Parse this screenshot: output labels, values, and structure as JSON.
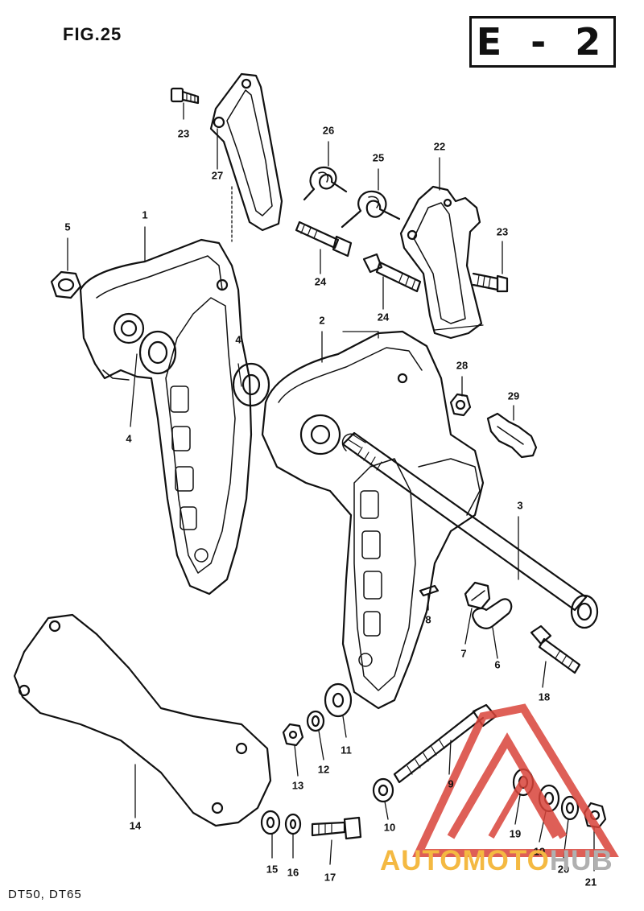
{
  "figure": {
    "title": "FIG.25",
    "section_code": "E - 2",
    "models": "DT50, DT65"
  },
  "callouts": [
    {
      "id": "c1",
      "label": "1"
    },
    {
      "id": "c2",
      "label": "2"
    },
    {
      "id": "c3",
      "label": "3"
    },
    {
      "id": "c4a",
      "label": "4"
    },
    {
      "id": "c4b",
      "label": "4"
    },
    {
      "id": "c5",
      "label": "5"
    },
    {
      "id": "c6",
      "label": "6"
    },
    {
      "id": "c7",
      "label": "7"
    },
    {
      "id": "c8",
      "label": "8"
    },
    {
      "id": "c9",
      "label": "9"
    },
    {
      "id": "c10",
      "label": "10"
    },
    {
      "id": "c11",
      "label": "11"
    },
    {
      "id": "c12",
      "label": "12"
    },
    {
      "id": "c13",
      "label": "13"
    },
    {
      "id": "c14",
      "label": "14"
    },
    {
      "id": "c15",
      "label": "15"
    },
    {
      "id": "c16",
      "label": "16"
    },
    {
      "id": "c17",
      "label": "17"
    },
    {
      "id": "c18",
      "label": "18"
    },
    {
      "id": "c19a",
      "label": "19"
    },
    {
      "id": "c19b",
      "label": "19"
    },
    {
      "id": "c20",
      "label": "20"
    },
    {
      "id": "c21",
      "label": "21"
    },
    {
      "id": "c22",
      "label": "22"
    },
    {
      "id": "c23a",
      "label": "23"
    },
    {
      "id": "c23b",
      "label": "23"
    },
    {
      "id": "c24a",
      "label": "24"
    },
    {
      "id": "c24b",
      "label": "24"
    },
    {
      "id": "c25",
      "label": "25"
    },
    {
      "id": "c26",
      "label": "26"
    },
    {
      "id": "c27",
      "label": "27"
    },
    {
      "id": "c28",
      "label": "28"
    },
    {
      "id": "c29",
      "label": "29"
    }
  ],
  "watermark": {
    "part1": "AUTOMOTO",
    "part2": "HUB",
    "color1": "#f4b942",
    "color2": "#b0b0b0",
    "logo_color": "#d9443a"
  }
}
